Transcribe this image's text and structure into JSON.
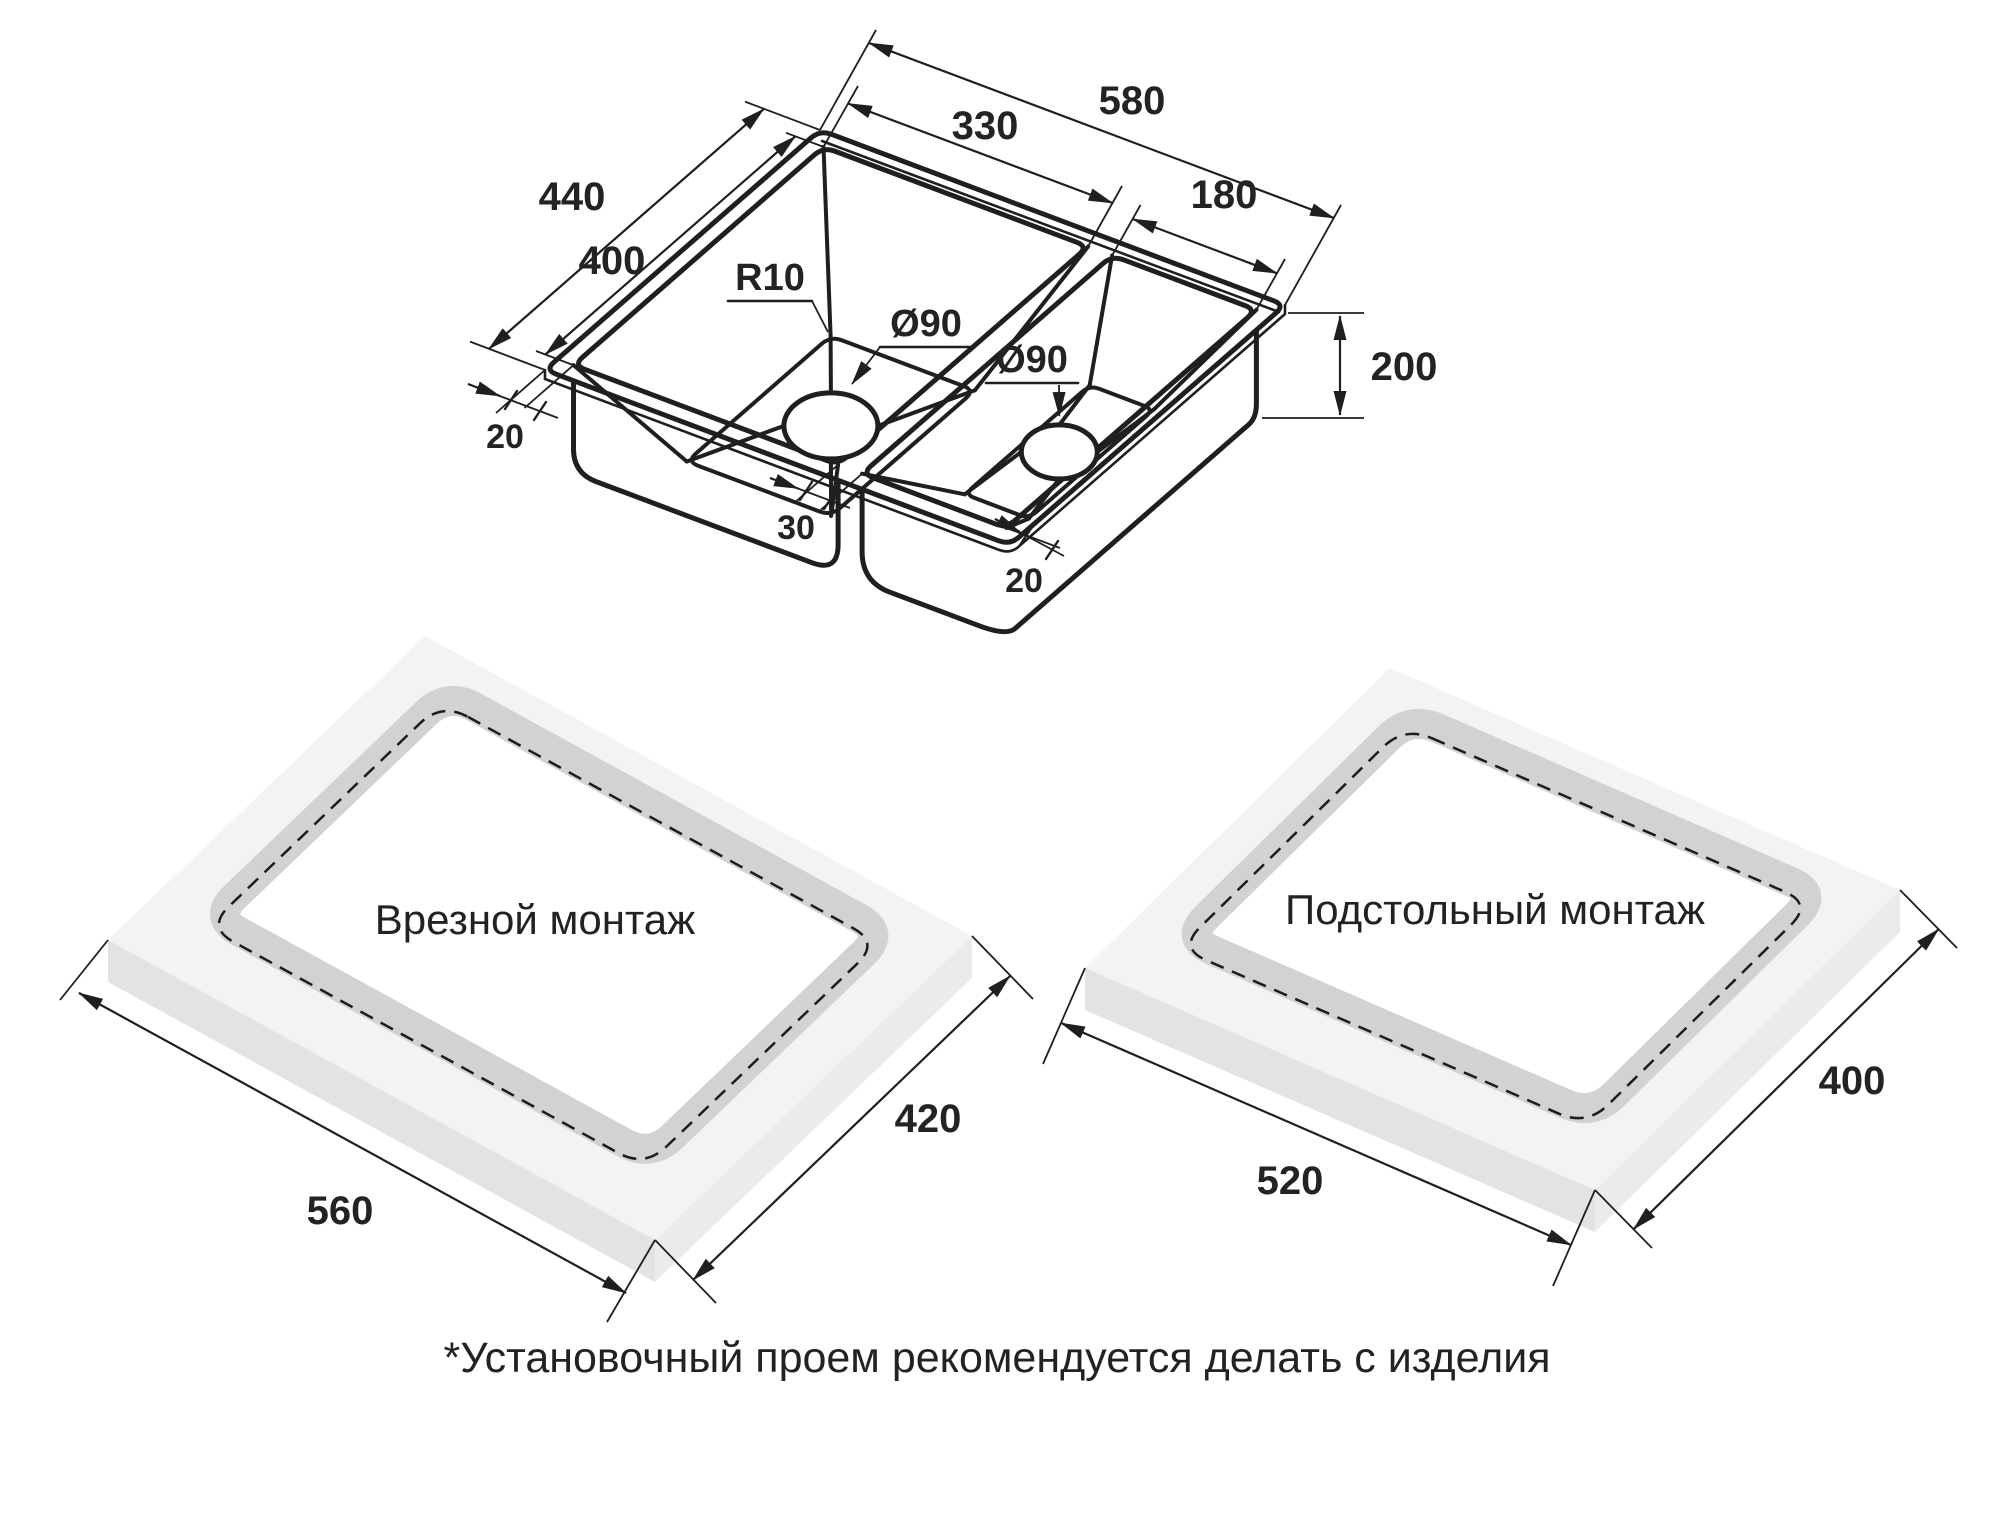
{
  "figure": {
    "title_domain": "sink installation drawing",
    "sink": {
      "dim_overall_width": "580",
      "dim_left_bowl_width": "330",
      "dim_right_bowl_width": "180",
      "dim_overall_depth": "440",
      "dim_cutout_depth": "400",
      "dim_bowl_height": "200",
      "dim_rim_left": "20",
      "dim_divider": "30",
      "dim_rim_front": "20",
      "corner_radius": "R10",
      "drain_left": "Ø90",
      "drain_right": "Ø90"
    },
    "mounts": [
      {
        "label": "Врезной монтаж",
        "width": "560",
        "depth": "420"
      },
      {
        "label": "Подстольный монтаж",
        "width": "520",
        "depth": "400"
      }
    ],
    "note": "*Установочный проем рекомендуется делать с изделия",
    "colors": {
      "line": "#1f1f1f",
      "slab_top": "#f3f3f4",
      "slab_side": "#e5e5e7",
      "cutout_ring": "#d2d2d4"
    }
  }
}
